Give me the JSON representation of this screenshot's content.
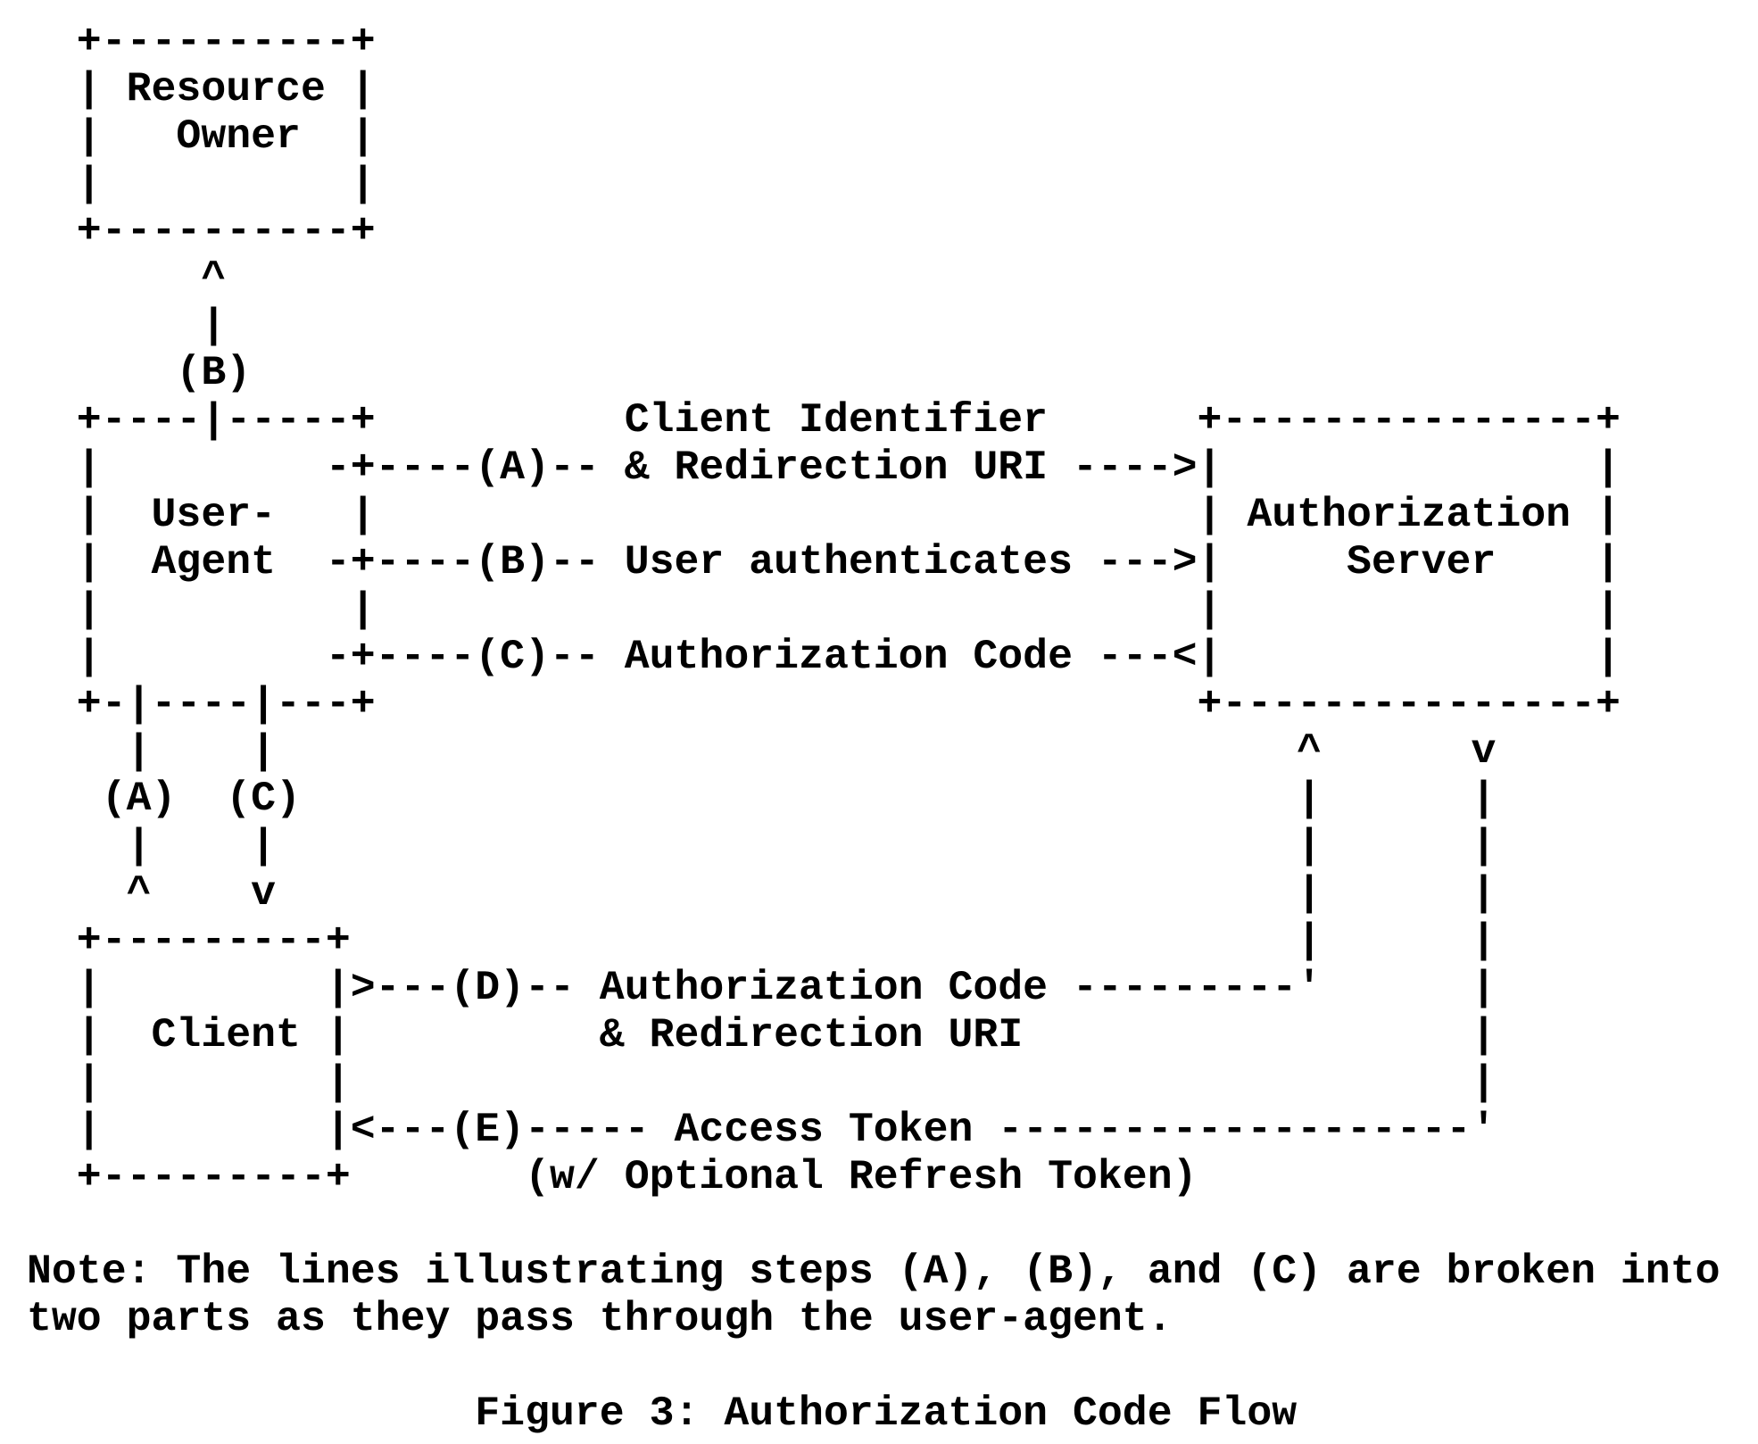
{
  "figure": {
    "ascii_art": [
      "  +----------+",
      "  | Resource |",
      "  |   Owner  |",
      "  |          |",
      "  +----------+",
      "       ^",
      "       |",
      "      (B)",
      "  +----|-----+          Client Identifier      +---------------+",
      "  |         -+----(A)-- & Redirection URI ---->|               |",
      "  |  User-   |                                 | Authorization |",
      "  |  Agent  -+----(B)-- User authenticates --->|     Server    |",
      "  |          |                                 |               |",
      "  |         -+----(C)-- Authorization Code ---<|               |",
      "  +-|----|---+                                 +---------------+",
      "    |    |                                         ^      v",
      "   (A)  (C)                                        |      |",
      "    |    |                                         |      |",
      "    ^    v                                         |      |",
      "  +---------+                                      |      |",
      "  |         |>---(D)-- Authorization Code ---------'      |",
      "  |  Client |          & Redirection URI                  |",
      "  |         |                                             |",
      "  |         |<---(E)----- Access Token -------------------'",
      "  +---------+       (w/ Optional Refresh Token)"
    ],
    "note_lines": [
      "Note: The lines illustrating steps (A), (B), and (C) are broken into",
      "two parts as they pass through the user-agent."
    ],
    "caption": "Figure 3: Authorization Code Flow",
    "entities": [
      "Resource Owner",
      "User-Agent",
      "Authorization Server",
      "Client"
    ],
    "steps": [
      {
        "label": "(A)",
        "description": "Client Identifier & Redirection URI"
      },
      {
        "label": "(B)",
        "description": "User authenticates"
      },
      {
        "label": "(C)",
        "description": "Authorization Code"
      },
      {
        "label": "(D)",
        "description": "Authorization Code & Redirection URI"
      },
      {
        "label": "(E)",
        "description": "Access Token (w/ Optional Refresh Token)"
      }
    ],
    "colors": {
      "text": "#000000",
      "background": "#ffffff"
    }
  }
}
